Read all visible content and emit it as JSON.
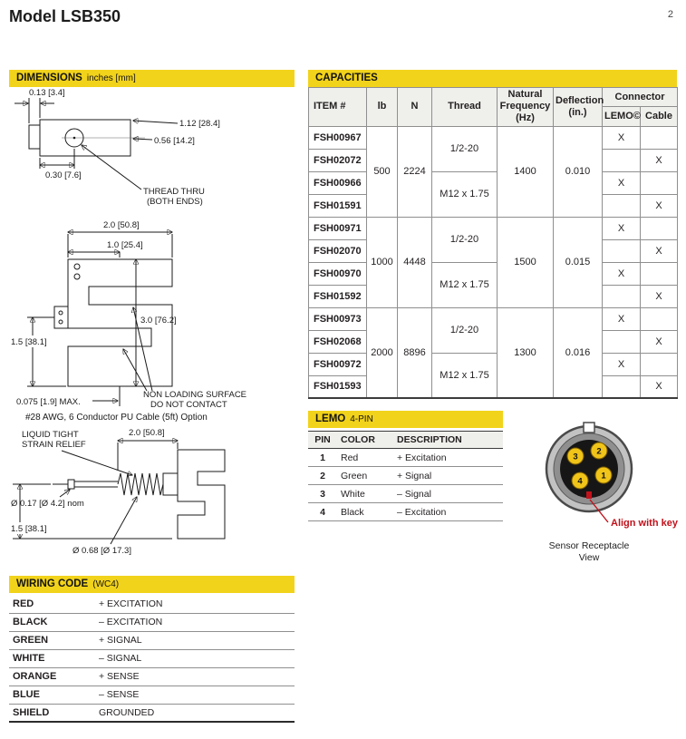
{
  "page": {
    "title": "Model LSB350",
    "number": "2"
  },
  "colors": {
    "accent_yellow": "#F2D31B",
    "align_red": "#C1121C",
    "pin_yellow": "#F0C419"
  },
  "dimensions": {
    "header": "DIMENSIONS",
    "header_suffix": "inches [mm]",
    "top_view": {
      "dim_tab": "0.13 [3.4]",
      "dim_width": "1.12 [28.4]",
      "dim_hole_offset": "0.56 [14.2]",
      "dim_side": "0.30 [7.6]",
      "thread_note_line1": "THREAD THRU",
      "thread_note_line2": "(BOTH ENDS)"
    },
    "front_view": {
      "dim_width": "2.0 [50.8]",
      "dim_half_width": "1.0 [25.4]",
      "dim_height": "3.0 [76.2]",
      "dim_lower": "1.5 [38.1]",
      "surface_note_line1": "NON LOADING SURFACE",
      "surface_note_line2": "DO NOT CONTACT",
      "dim_gap": "0.075 [1.9] MAX."
    },
    "cable_view": {
      "option_note": "#28 AWG, 6 Conductor PU Cable (5ft) Option",
      "strain_label_line1": "LIQUID TIGHT",
      "strain_label_line2": "STRAIN RELIEF",
      "dim_length": "2.0 [50.8]",
      "dim_cable_dia": "Ø 0.17 [Ø 4.2] nom",
      "dim_height": "1.5 [38.1]",
      "dim_relief_dia": "Ø 0.68 [Ø 17.3]"
    }
  },
  "capacities": {
    "header": "CAPACITIES",
    "col_item": "ITEM #",
    "col_lb": "lb",
    "col_n": "N",
    "col_thread": "Thread",
    "col_freq": "Natural Frequency (Hz)",
    "col_deflection": "Deflection (in.)",
    "col_connector": "Connector",
    "col_lemo": "LEMO©",
    "col_cable": "Cable",
    "groups": [
      {
        "lb": "500",
        "n": "2224",
        "freq": "1400",
        "deflection": "0.010",
        "threads": [
          {
            "thread": "1/2-20",
            "rows": [
              {
                "item": "FSH00967",
                "lemo": "X",
                "cable": ""
              },
              {
                "item": "FSH02072",
                "lemo": "",
                "cable": "X"
              }
            ]
          },
          {
            "thread": "M12 x 1.75",
            "rows": [
              {
                "item": "FSH00966",
                "lemo": "X",
                "cable": ""
              },
              {
                "item": "FSH01591",
                "lemo": "",
                "cable": "X"
              }
            ]
          }
        ]
      },
      {
        "lb": "1000",
        "n": "4448",
        "freq": "1500",
        "deflection": "0.015",
        "threads": [
          {
            "thread": "1/2-20",
            "rows": [
              {
                "item": "FSH00971",
                "lemo": "X",
                "cable": ""
              },
              {
                "item": "FSH02070",
                "lemo": "",
                "cable": "X"
              }
            ]
          },
          {
            "thread": "M12 x 1.75",
            "rows": [
              {
                "item": "FSH00970",
                "lemo": "X",
                "cable": ""
              },
              {
                "item": "FSH01592",
                "lemo": "",
                "cable": "X"
              }
            ]
          }
        ]
      },
      {
        "lb": "2000",
        "n": "8896",
        "freq": "1300",
        "deflection": "0.016",
        "threads": [
          {
            "thread": "1/2-20",
            "rows": [
              {
                "item": "FSH00973",
                "lemo": "X",
                "cable": ""
              },
              {
                "item": "FSH02068",
                "lemo": "",
                "cable": "X"
              }
            ]
          },
          {
            "thread": "M12 x 1.75",
            "rows": [
              {
                "item": "FSH00972",
                "lemo": "X",
                "cable": ""
              },
              {
                "item": "FSH01593",
                "lemo": "",
                "cable": "X"
              }
            ]
          }
        ]
      }
    ]
  },
  "lemo": {
    "header": "LEMO",
    "header_suffix": "4-PIN",
    "col_pin": "PIN",
    "col_color": "COLOR",
    "col_description": "DESCRIPTION",
    "pins": [
      {
        "pin": "1",
        "color": "Red",
        "description": "+ Excitation"
      },
      {
        "pin": "2",
        "color": "Green",
        "description": "+ Signal"
      },
      {
        "pin": "3",
        "color": "White",
        "description": "– Signal"
      },
      {
        "pin": "4",
        "color": "Black",
        "description": "– Excitation"
      }
    ],
    "align_note": "Align with key",
    "receptacle_caption_line1": "Sensor Receptacle",
    "receptacle_caption_line2": "View"
  },
  "wiring": {
    "header": "WIRING CODE",
    "header_suffix": "(WC4)",
    "rows": [
      {
        "color": "RED",
        "function": "+ EXCITATION"
      },
      {
        "color": "BLACK",
        "function": "– EXCITATION"
      },
      {
        "color": "GREEN",
        "function": "+ SIGNAL"
      },
      {
        "color": "WHITE",
        "function": "– SIGNAL"
      },
      {
        "color": "ORANGE",
        "function": "+ SENSE"
      },
      {
        "color": "BLUE",
        "function": "– SENSE"
      },
      {
        "color": "SHIELD",
        "function": "GROUNDED"
      }
    ]
  }
}
